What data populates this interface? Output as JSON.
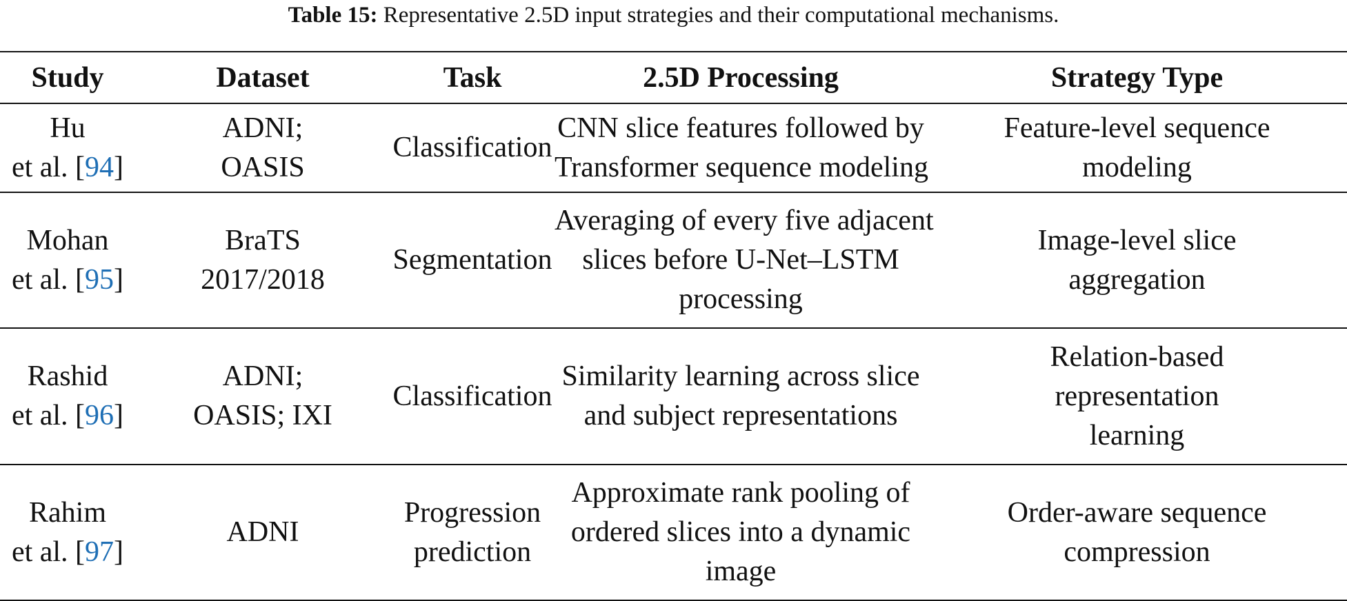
{
  "caption": {
    "label": "Table 15:",
    "text": "Representative 2.5D input strategies and their computational mechanisms."
  },
  "table": {
    "headers": [
      "Study",
      "Dataset",
      "Task",
      "2.5D Processing",
      "Strategy Type"
    ],
    "rows": [
      {
        "study_name": "Hu",
        "study_etal": "et al. [",
        "study_ref": "94",
        "study_close": "]",
        "dataset": [
          "ADNI;",
          "OASIS"
        ],
        "task": [
          "Classification"
        ],
        "processing": [
          "CNN slice features followed by",
          "Transformer sequence modeling"
        ],
        "strategy": [
          "Feature-level sequence",
          "modeling"
        ]
      },
      {
        "study_name": "Mohan",
        "study_etal": "et al. [",
        "study_ref": "95",
        "study_close": "]",
        "dataset": [
          "BraTS",
          "2017/2018"
        ],
        "task": [
          "Segmentation"
        ],
        "processing": [
          "Averaging of every five adjacent",
          "slices before U-Net–LSTM",
          "processing"
        ],
        "strategy": [
          "Image-level slice",
          "aggregation"
        ]
      },
      {
        "study_name": "Rashid",
        "study_etal": "et al. [",
        "study_ref": "96",
        "study_close": "]",
        "dataset": [
          "ADNI;",
          "OASIS; IXI"
        ],
        "task": [
          "Classification"
        ],
        "processing": [
          "Similarity learning across slice",
          "and subject representations"
        ],
        "strategy": [
          "Relation-based",
          "representation",
          "learning"
        ]
      },
      {
        "study_name": "Rahim",
        "study_etal": "et al. [",
        "study_ref": "97",
        "study_close": "]",
        "dataset": [
          "ADNI"
        ],
        "task": [
          "Progression",
          "prediction"
        ],
        "processing": [
          "Approximate rank pooling of",
          "ordered slices into a dynamic",
          "image"
        ],
        "strategy": [
          "Order-aware sequence",
          "compression"
        ]
      }
    ]
  },
  "colors": {
    "text": "#111111",
    "reference_link": "#1f6fb5"
  }
}
